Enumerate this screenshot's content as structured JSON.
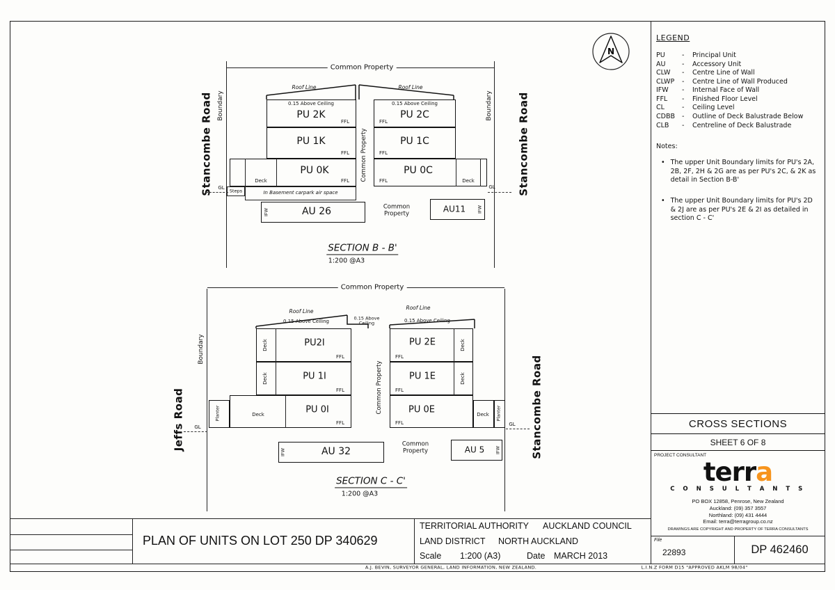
{
  "terms": {
    "ffl": "FFL",
    "gl": "GL",
    "ifw": "IFW",
    "deck": "Deck",
    "planter": "Planter",
    "steps": "Steps",
    "boundary": "Boundary",
    "common_property": "Common Property",
    "common_property_two_line": "Common\nProperty",
    "above_ceiling": "0.15 Above Ceiling",
    "above_ceiling_two_line": "0.15 Above\nCeiling",
    "roof_line": "Roof Line",
    "basement_note": "In Basement carpark air space"
  },
  "north_arrow": {
    "letter": "N"
  },
  "legend": {
    "title": "LEGEND",
    "dash": "-",
    "items": [
      {
        "abbr": "PU",
        "desc": "Principal Unit"
      },
      {
        "abbr": "AU",
        "desc": "Accessory Unit"
      },
      {
        "abbr": "CLW",
        "desc": "Centre Line of Wall"
      },
      {
        "abbr": "CLWP",
        "desc": "Centre Line of Wall Produced"
      },
      {
        "abbr": "IFW",
        "desc": "Internal Face of Wall"
      },
      {
        "abbr": "FFL",
        "desc": "Finished Floor Level"
      },
      {
        "abbr": "CL",
        "desc": "Ceiling Level"
      },
      {
        "abbr": "CDBB",
        "desc": "Outline of Deck Balustrade Below"
      },
      {
        "abbr": "CLB",
        "desc": "Centreline of Deck Balustrade"
      }
    ],
    "notes_title": "Notes:",
    "bullet": "•",
    "notes": [
      "The upper Unit Boundary limits for PU's 2A, 2B, 2F, 2H & 2G are as per PU's 2C, & 2K as detail in Section B-B'",
      "The upper Unit Boundary limits for PU's 2D & 2J are as per PU's 2E & 2I as detailed in section C - C'"
    ]
  },
  "section_b": {
    "road_left": "Stancombe Road",
    "road_right": "Stancombe Road",
    "units_left": [
      "PU 2K",
      "PU 1K",
      "PU 0K"
    ],
    "units_right": [
      "PU 2C",
      "PU 1C",
      "PU 0C"
    ],
    "au_left": "AU 26",
    "au_right": "AU11",
    "title": "SECTION B - B'",
    "scale": "1:200 @A3"
  },
  "section_c": {
    "road_left": "Jeffs Road",
    "road_right": "Stancombe Road",
    "units_left": [
      "PU2I",
      "PU 1I",
      "PU 0I"
    ],
    "units_right": [
      "PU 2E",
      "PU 1E",
      "PU 0E"
    ],
    "au_left": "AU 32",
    "au_right": "AU 5",
    "title": "SECTION C - C'",
    "scale": "1:200 @A3"
  },
  "panel": {
    "cross_sections": "CROSS SECTIONS",
    "sheet": "SHEET 6 OF 8",
    "project_consultant": "PROJECT CONSULTANT",
    "logo_main": "terr",
    "logo_accent": "a",
    "logo_sub": "C O N S U L T A N T S",
    "accent_color": "#F7941D",
    "address": [
      "PO BOX 12858, Penrose, New Zealand",
      "Auckland: (09) 357 3557",
      "Northland: (09) 431 4444",
      "Email: terra@terragroup.co.nz"
    ],
    "copyright": "DRAWINGS ARE COPYRIGHT AND PROPERTY OF TERRA CONSULTANTS",
    "file_label": "File",
    "file_number": "22893",
    "dp_number": "DP 462460"
  },
  "title_block": {
    "plan_title": "PLAN OF UNITS ON LOT 250 DP 340629",
    "ta_label": "TERRITORIAL AUTHORITY",
    "ta_value": "AUCKLAND COUNCIL",
    "ld_label": "LAND DISTRICT",
    "ld_value": "NORTH AUCKLAND",
    "scale_label": "Scale",
    "scale_value": "1:200 (A3)",
    "date_label": "Date",
    "date_value": "MARCH 2013",
    "surveyor_line": "A.J. BEVIN, SURVEYOR GENERAL, LAND INFORMATION, NEW ZEALAND.",
    "form_line": "L.I.N.Z FORM D15 \"APPROVED AKLM 98/04\""
  }
}
